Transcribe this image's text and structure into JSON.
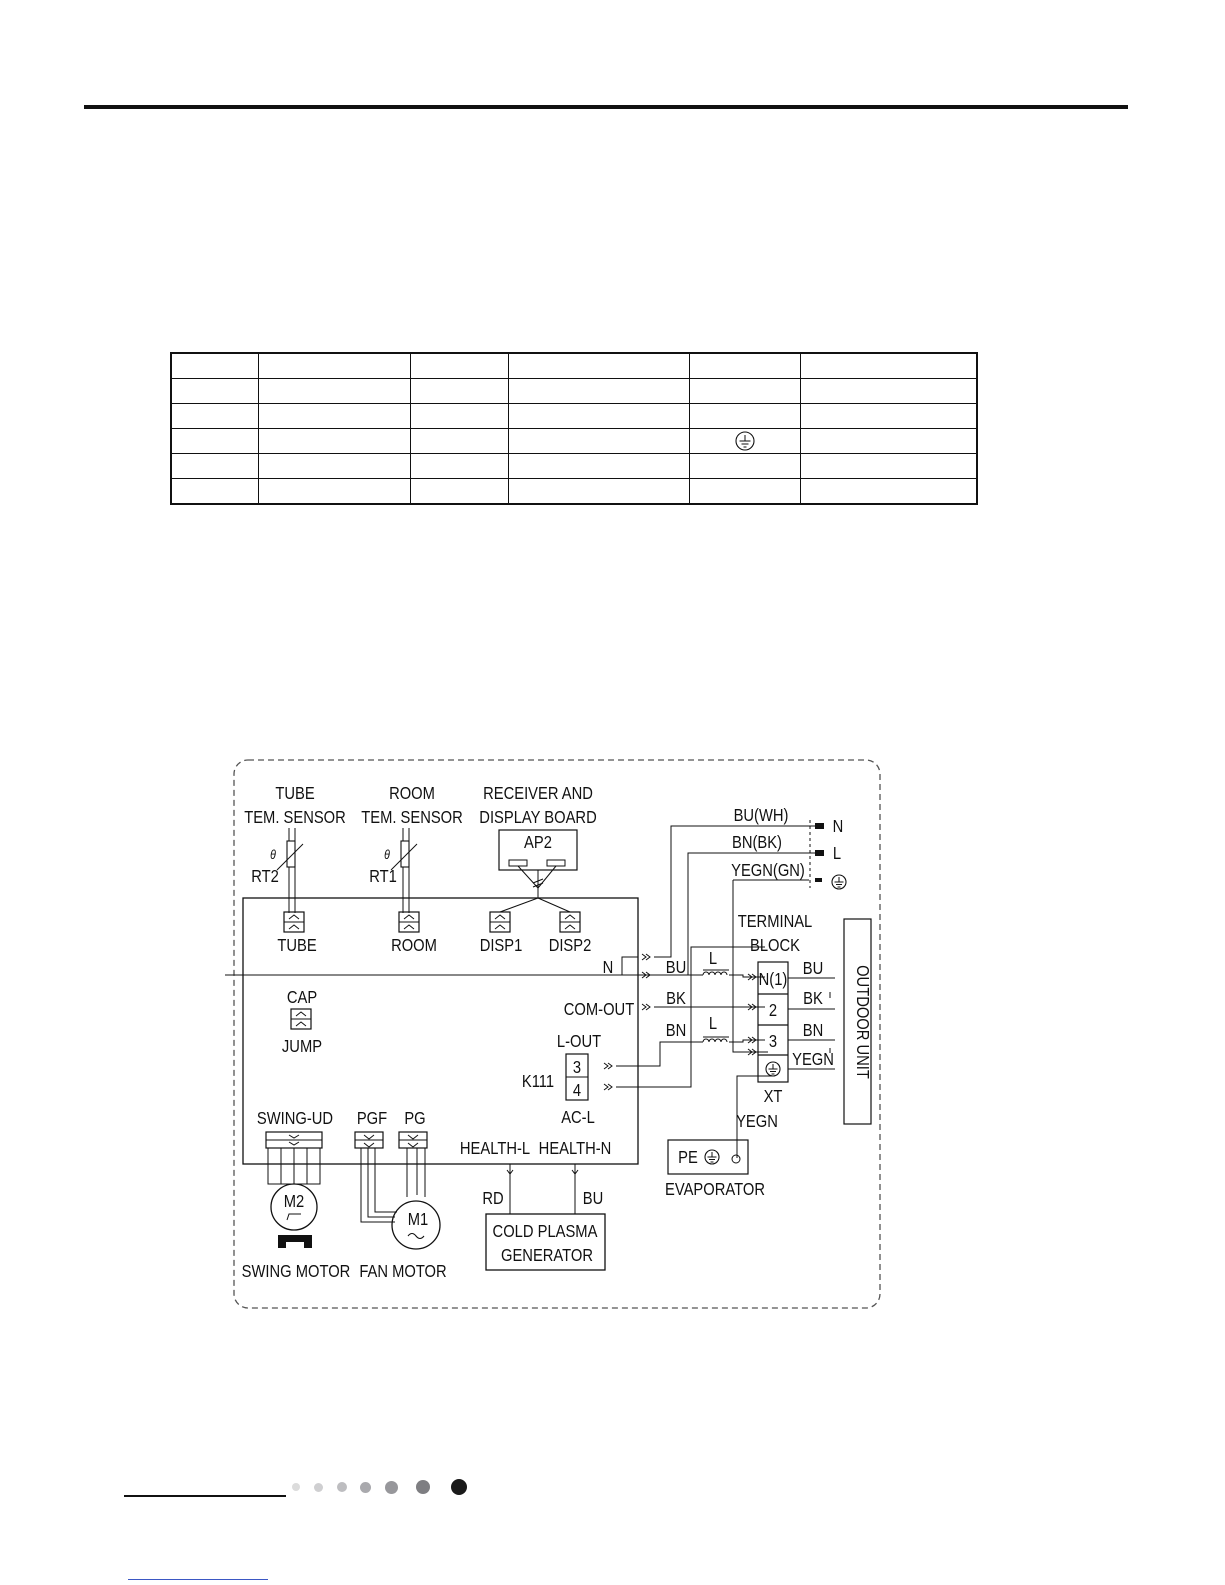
{
  "legend_table": {
    "rows": [
      [
        "",
        "",
        "",
        "",
        "",
        ""
      ],
      [
        "",
        "",
        "",
        "",
        "",
        ""
      ],
      [
        "",
        "",
        "",
        "",
        "",
        ""
      ],
      [
        "",
        "",
        "",
        "",
        "ground-icon",
        ""
      ],
      [
        "",
        "",
        "",
        "",
        "",
        ""
      ],
      [
        "",
        "",
        "",
        "",
        "",
        ""
      ]
    ]
  },
  "diagram": {
    "labels": {
      "tube_sensor": [
        "TUBE",
        "TEM. SENSOR"
      ],
      "room_sensor": [
        "ROOM",
        "TEM. SENSOR"
      ],
      "receiver_board": [
        "RECEIVER AND",
        "DISPLAY BOARD"
      ],
      "ap2": "AP2",
      "rt2": "RT2",
      "rt1": "RT1",
      "theta": "θ",
      "tube": "TUBE",
      "room": "ROOM",
      "disp1": "DISP1",
      "disp2": "DISP2",
      "cap": "CAP",
      "jump": "JUMP",
      "n": "N",
      "com_out": "COM-OUT",
      "l_out": "L-OUT",
      "k111": "K111",
      "k111_pin3": "3",
      "k111_pin4": "4",
      "ac_l": "AC-L",
      "swing_ud": "SWING-UD",
      "pgf": "PGF",
      "pg": "PG",
      "health_l": "HEALTH-L",
      "health_n": "HEALTH-N",
      "rd": "RD",
      "bu_lower": "BU",
      "cold_plasma": [
        "COLD PLASMA",
        "GENERATOR"
      ],
      "m2": "M2",
      "m1": "M1",
      "swing_motor": "SWING MOTOR",
      "fan_motor": "FAN MOTOR",
      "bu_wh": "BU(WH)",
      "bn_bk": "BN(BK)",
      "yegn_gn": "YEGN(GN)",
      "supply_n": "N",
      "supply_l": "L",
      "terminal_block": [
        "TERMINAL",
        "BLOCK"
      ],
      "wire_bu": "BU",
      "wire_bk": "BK",
      "wire_bn": "BN",
      "inductor_l": "L",
      "tb_n1": "N(1)",
      "tb_2": "2",
      "tb_3": "3",
      "out_bu": "BU",
      "out_bk": "BK",
      "out_bn": "BN",
      "out_yegn": "YEGN",
      "xt": "XT",
      "yegn": "YEGN",
      "pe": "PE",
      "evaporator": "EVAPORATOR",
      "outdoor_unit": "OUTDOOR UNIT"
    }
  },
  "footer": {
    "dot_colors": [
      "#dcdcdc",
      "#cfcfd1",
      "#bdbdc0",
      "#a9a9ad",
      "#97979b",
      "#7e7e82",
      "#1a1a1a"
    ]
  },
  "colors": {
    "ink": "#111111",
    "link": "#3b57c4"
  }
}
